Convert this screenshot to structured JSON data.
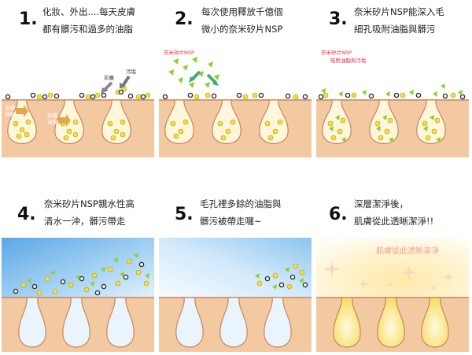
{
  "steps": [
    {
      "number": "1.",
      "caption_lines": [
        "化妝、外出....每天皮膚",
        "都有髒污和過多的油脂"
      ],
      "labels": {
        "dirt": "污垢",
        "dust": "灰塵",
        "skin": "皮膚",
        "sebum": "油脂",
        "skin2": "皮膚",
        "sebum2": "油脂"
      }
    },
    {
      "number": "2.",
      "caption_lines": [
        "每次使用釋放千億個",
        "微小的奈米矽片NSP"
      ],
      "labels": {
        "nsp": "奈米矽片NSP"
      }
    },
    {
      "number": "3.",
      "caption_lines": [
        "奈米矽片NSP能深入毛",
        "細孔吸附油脂與髒污"
      ],
      "labels": {
        "nsp": "奈米矽片NSP",
        "absorb": "吸附油脂與污垢"
      }
    },
    {
      "number": "4.",
      "caption_lines": [
        "奈米矽片NSP親水性高",
        "清水一沖，髒污帶走"
      ]
    },
    {
      "number": "5.",
      "caption_lines": [
        "毛孔裡多餘的油脂與",
        "髒污被帶走囉~"
      ]
    },
    {
      "number": "6.",
      "caption_lines": [
        "深層潔淨後，",
        "肌膚從此透晰潔淨!!"
      ],
      "labels": {
        "glow": "肌膚從此透晰潔淨"
      }
    }
  ],
  "colors": {
    "skin": "#f3c9a2",
    "skin_edge": "#c9855a",
    "sebum": "#f3df3c",
    "leaf": "#8fd02e",
    "dirt": "#444444",
    "water": "#5ba7e6"
  }
}
